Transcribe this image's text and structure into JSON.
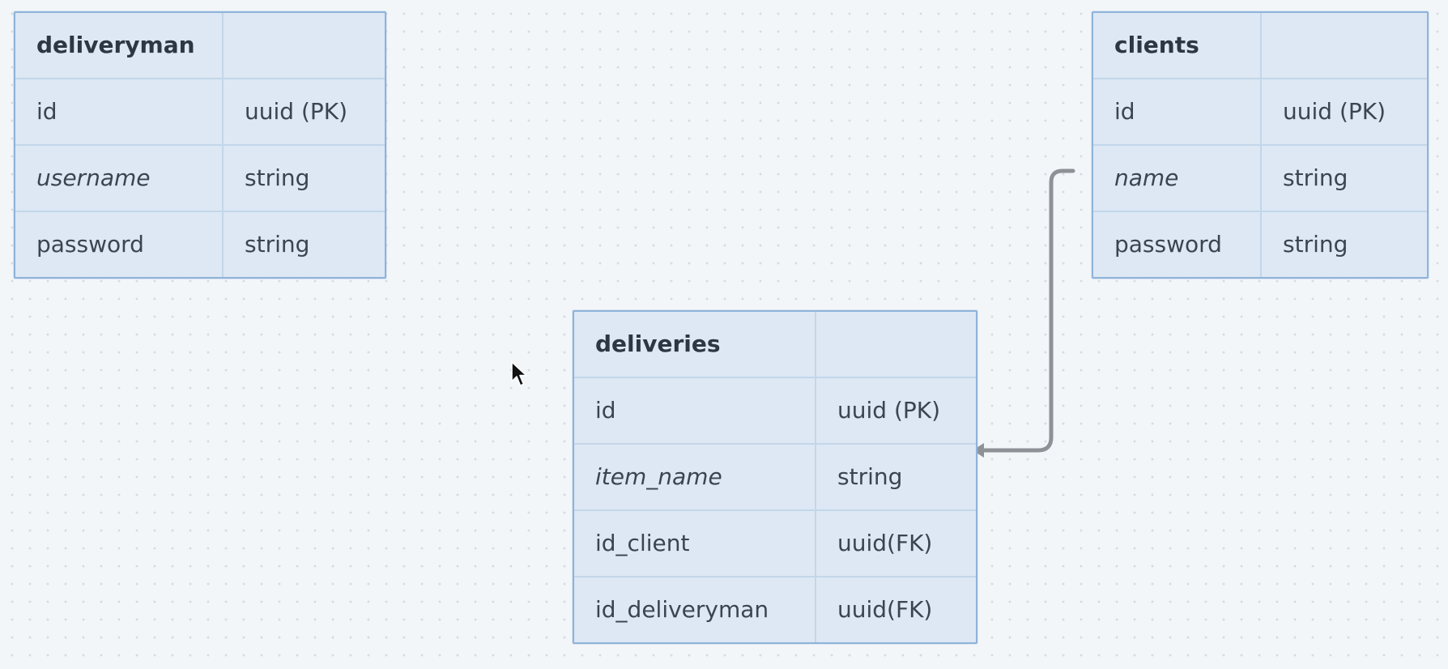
{
  "entities": {
    "deliveryman": {
      "title": "deliveryman",
      "rows": [
        {
          "field": "id",
          "type": "uuid (PK)"
        },
        {
          "field": "username",
          "type": "string"
        },
        {
          "field": "password",
          "type": "string"
        }
      ]
    },
    "clients": {
      "title": "clients",
      "rows": [
        {
          "field": "id",
          "type": "uuid (PK)"
        },
        {
          "field": "name",
          "type": "string"
        },
        {
          "field": "password",
          "type": "string"
        }
      ]
    },
    "deliveries": {
      "title": "deliveries",
      "rows": [
        {
          "field": "id",
          "type": "uuid (PK)"
        },
        {
          "field": "item_name",
          "type": "string"
        },
        {
          "field": "id_client",
          "type": "uuid(FK)"
        },
        {
          "field": "id_deliveryman",
          "type": "uuid(FK)"
        }
      ]
    }
  },
  "relations": [
    {
      "from": "clients",
      "to": "deliveries",
      "arrowhead": "deliveries"
    }
  ],
  "colors": {
    "table_fill": "#dde8f4",
    "table_border": "#8fb3da",
    "cell_divider": "#c3d6ea",
    "connector": "#8e9296",
    "background": "#f3f6f9",
    "grid_dot": "#d6dce3"
  },
  "icons": {
    "cursor": "mouse-pointer-icon"
  }
}
